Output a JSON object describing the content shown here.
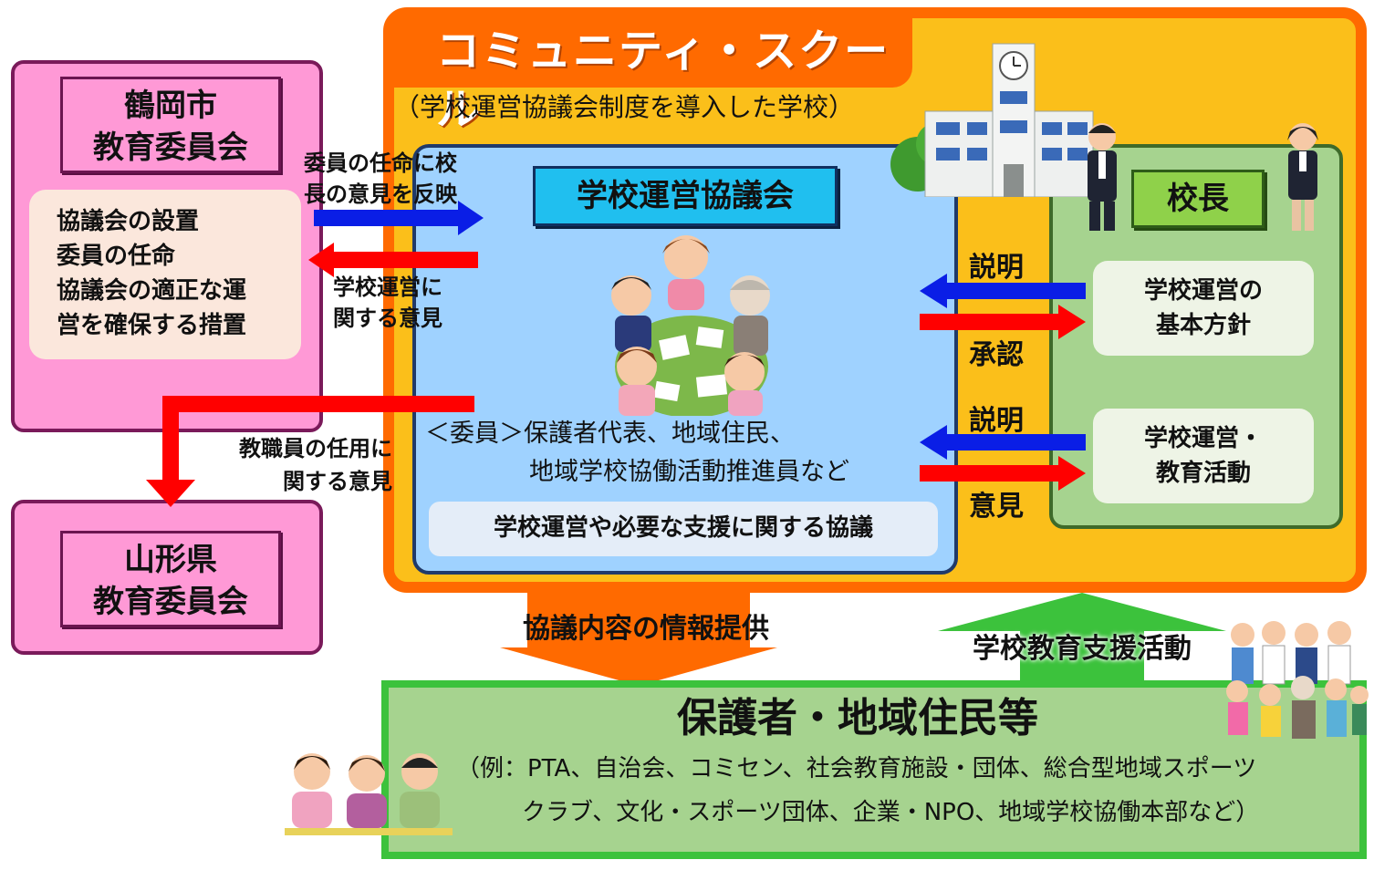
{
  "tsuruoka_board": {
    "title_line1": "鶴岡市",
    "title_line2": "教育委員会",
    "duties": [
      "協議会の設置",
      "委員の任命",
      "協議会の適正な運",
      "営を確保する措置"
    ]
  },
  "yamagata_board": {
    "title_line1": "山形県",
    "title_line2": "教育委員会"
  },
  "community_school": {
    "title": "コミュニティ・スクール",
    "subtitle": "（学校運営協議会制度を導入した学校）"
  },
  "council": {
    "title": "学校運営協議会",
    "members_line1": "＜委員＞保護者代表、地域住民、",
    "members_line2": "地域学校協働活動推進員など",
    "deliberation": "学校運営や必要な支援に関する協議"
  },
  "principal": {
    "title": "校長",
    "policy_line1": "学校運営の",
    "policy_line2": "基本方針",
    "activity_line1": "学校運営・",
    "activity_line2": "教育活動"
  },
  "flows": {
    "appointment_line1": "委員の任命に校",
    "appointment_line2": "長の意見を反映",
    "opinion_mgmt_line1": "学校運営に",
    "opinion_mgmt_line2": "関する意見",
    "staff_line1": "教職員の任用に",
    "staff_line2": "関する意見",
    "explain_1": "説明",
    "approve": "承認",
    "explain_2": "説明",
    "opinion": "意見",
    "info_provide": "協議内容の情報提供",
    "support": "学校教育支援活動"
  },
  "community": {
    "title": "保護者・地域住民等",
    "examples_line1": "（例：PTA、自治会、コミセン、社会教育施設・団体、総合型地域スポーツ",
    "examples_line2": "クラブ、文化・スポーツ団体、企業・NPO、地域学校協働本部など）"
  },
  "colors": {
    "pink": "#ff99d6",
    "orange": "#ff6a00",
    "yellow": "#fbbf1a",
    "light_blue": "#9fd2ff",
    "green": "#a6d38f",
    "arrow_red": "#ff0000",
    "arrow_blue": "#0a1ee6"
  }
}
